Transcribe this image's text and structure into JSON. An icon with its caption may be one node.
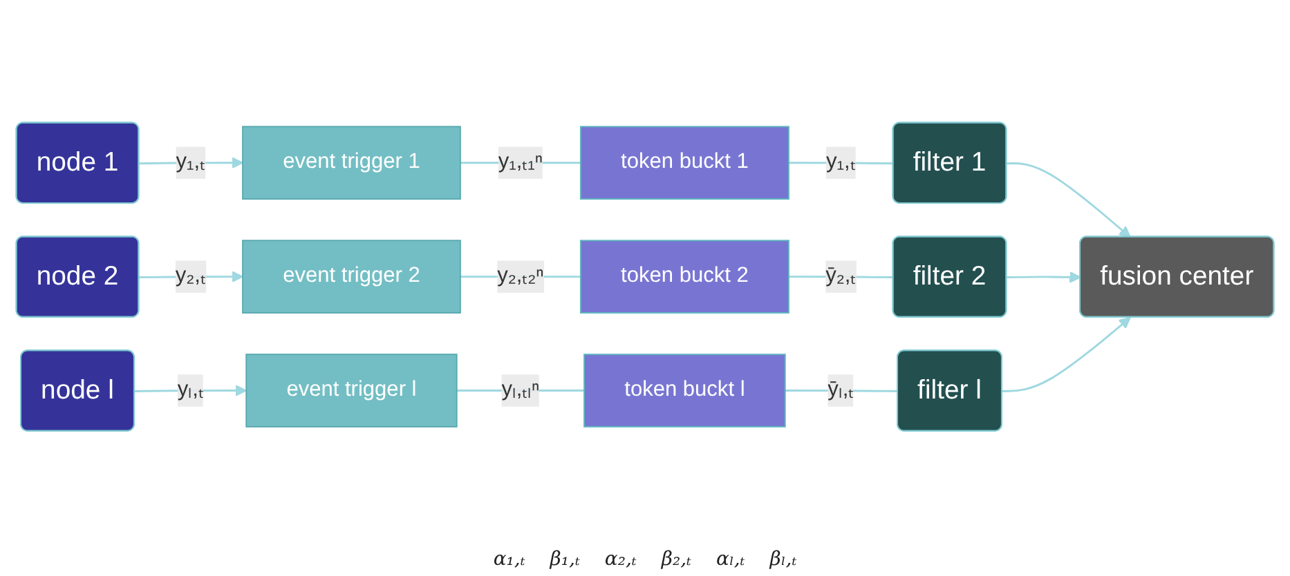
{
  "diagram": {
    "nodes": [
      {
        "text": [
          "node 1"
        ]
      },
      {
        "text": [
          "event trigger 1"
        ]
      },
      {
        "text": [
          "token buckt 1"
        ]
      },
      {
        "text": [
          "filter 1"
        ]
      },
      {
        "text": [
          "node 2"
        ]
      },
      {
        "text": [
          "event trigger 2"
        ]
      },
      {
        "text": [
          "token buckt 2"
        ]
      },
      {
        "text": [
          "filter 2"
        ]
      },
      {
        "text": [
          "fusion center"
        ]
      },
      {
        "text": [
          "node l"
        ]
      },
      {
        "text": [
          "event trigger l"
        ]
      },
      {
        "text": [
          "token buckt l"
        ]
      },
      {
        "text": [
          "filter l"
        ]
      }
    ],
    "edges": [
      {
        "from": 0,
        "to": 1,
        "arrow": "to",
        "label": "y₁,ₜ"
      },
      {
        "from": 1,
        "to": 2,
        "arrow": "none",
        "label": "y₁,ₜ₁ⁿ"
      },
      {
        "from": 2,
        "to": 3,
        "arrow": "none",
        "label": "y₁,ₜ"
      },
      {
        "from": 3,
        "to": 8,
        "arrow": "to"
      },
      {
        "from": 4,
        "to": 5,
        "arrow": "to",
        "label": "y₂,ₜ"
      },
      {
        "from": 5,
        "to": 6,
        "arrow": "none",
        "label": "y₂,ₜ₂ⁿ"
      },
      {
        "from": 6,
        "to": 7,
        "arrow": "none",
        "label": "ȳ₂,ₜ"
      },
      {
        "from": 7,
        "to": 8,
        "arrow": "to"
      },
      {
        "from": 9,
        "to": 10,
        "arrow": "to",
        "label": "yₗ,ₜ"
      },
      {
        "from": 10,
        "to": 11,
        "arrow": "none",
        "label": "yₗ,ₜₗⁿ"
      },
      {
        "from": 11,
        "to": 12,
        "arrow": "none",
        "label": "ȳₗ,ₜ"
      },
      {
        "from": 12,
        "to": 8,
        "arrow": "to"
      }
    ],
    "labels": [
      "α₁,ₜ",
      "β₁,ₜ",
      "α₂,ₜ",
      "β₂,ₜ",
      "αₗ,ₜ",
      "βₗ,ₜ"
    ]
  }
}
